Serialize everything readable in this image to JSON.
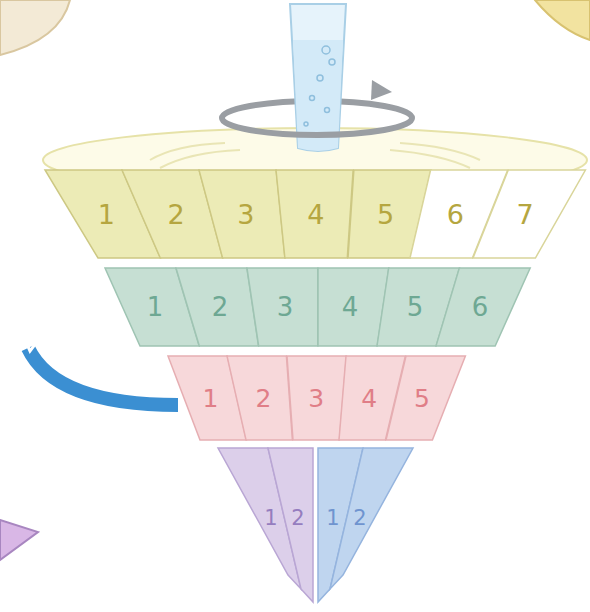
{
  "diagram": {
    "nodes": [
      {
        "text": [
          "1"
        ]
      },
      {
        "text": [
          "2"
        ]
      },
      {
        "text": [
          "3"
        ]
      },
      {
        "text": [
          "4"
        ]
      },
      {
        "text": [
          "5"
        ]
      },
      {
        "text": [
          "6"
        ]
      },
      {
        "text": [
          "7"
        ]
      },
      {
        "text": [
          "1"
        ]
      },
      {
        "text": [
          "2"
        ]
      },
      {
        "text": [
          "3"
        ]
      },
      {
        "text": [
          "4"
        ]
      },
      {
        "text": [
          "5"
        ]
      },
      {
        "text": [
          "6"
        ]
      },
      {
        "text": [
          "1"
        ]
      },
      {
        "text": [
          "2"
        ]
      },
      {
        "text": [
          "3"
        ]
      },
      {
        "text": [
          "4"
        ]
      },
      {
        "text": [
          "5"
        ]
      },
      {
        "text": [
          "1"
        ]
      },
      {
        "text": [
          "2"
        ]
      },
      {
        "text": [
          "1"
        ]
      },
      {
        "text": [
          "2"
        ]
      }
    ]
  }
}
